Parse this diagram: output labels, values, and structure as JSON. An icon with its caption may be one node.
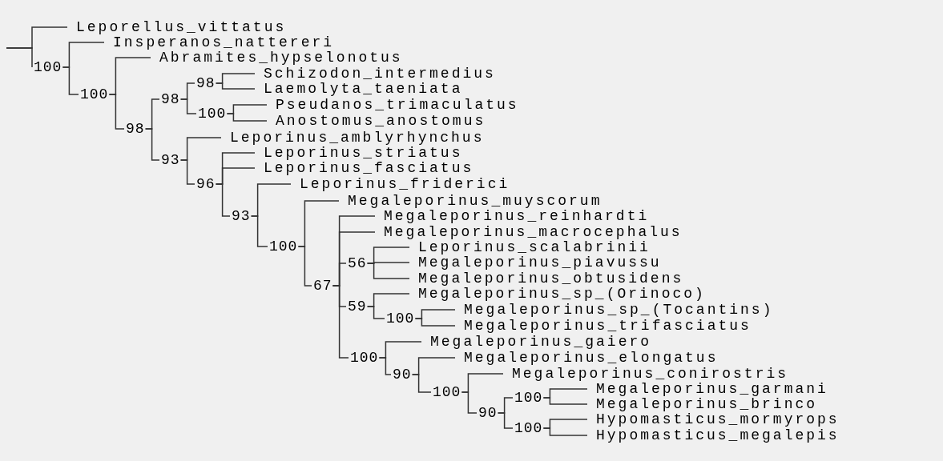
{
  "diagram": {
    "nodes": [
      {
        "text": [
          "Leporellus_vittatus"
        ]
      },
      {
        "text": [
          "Insperanos_nattereri"
        ]
      },
      {
        "text": [
          "100"
        ]
      },
      {
        "text": [
          "Abramites_hypselonotus"
        ]
      },
      {
        "text": [
          "Schizodon_intermedius"
        ]
      },
      {
        "text": [
          "98"
        ]
      },
      {
        "text": [
          "Laemolyta_taeniata"
        ]
      },
      {
        "text": [
          "100"
        ]
      },
      {
        "text": [
          "98"
        ]
      },
      {
        "text": [
          "Pseudanos_trimaculatus"
        ]
      },
      {
        "text": [
          "100"
        ]
      },
      {
        "text": [
          "Anostomus_anostomus"
        ]
      },
      {
        "text": [
          "98"
        ]
      },
      {
        "text": [
          "Leporinus_amblyrhynchus"
        ]
      },
      {
        "text": [
          "Leporinus_striatus"
        ]
      },
      {
        "text": [
          "93"
        ]
      },
      {
        "text": [
          "Leporinus_fasciatus"
        ]
      },
      {
        "text": [
          "Leporinus_friderici"
        ]
      },
      {
        "text": [
          "96"
        ]
      },
      {
        "text": [
          "Megaleporinus_muyscorum"
        ]
      },
      {
        "text": [
          "93"
        ]
      },
      {
        "text": [
          "Megaleporinus_reinhardti"
        ]
      },
      {
        "text": [
          "Megaleporinus_macrocephalus"
        ]
      },
      {
        "text": [
          "100"
        ]
      },
      {
        "text": [
          "Leporinus_scalabrinii"
        ]
      },
      {
        "text": [
          "56"
        ]
      },
      {
        "text": [
          "Megaleporinus_piavussu"
        ]
      },
      {
        "text": [
          "Megaleporinus_obtusidens"
        ]
      },
      {
        "text": [
          "67"
        ]
      },
      {
        "text": [
          "Megaleporinus_sp_(Orinoco)"
        ]
      },
      {
        "text": [
          "59"
        ]
      },
      {
        "text": [
          "Megaleporinus_sp_(Tocantins)"
        ]
      },
      {
        "text": [
          "100"
        ]
      },
      {
        "text": [
          "Megaleporinus_trifasciatus"
        ]
      },
      {
        "text": [
          "Megaleporinus_gaiero"
        ]
      },
      {
        "text": [
          "100"
        ]
      },
      {
        "text": [
          "Megaleporinus_elongatus"
        ]
      },
      {
        "text": [
          "Megaleporinus_conirostris"
        ]
      },
      {
        "text": [
          "90"
        ]
      },
      {
        "text": [
          "Megaleporinus_garmani"
        ]
      },
      {
        "text": [
          "100"
        ]
      },
      {
        "text": [
          "100"
        ]
      },
      {
        "text": [
          "Megaleporinus_brinco"
        ]
      },
      {
        "text": [
          "90"
        ]
      },
      {
        "text": [
          "Hypomasticus_mormyrops"
        ]
      },
      {
        "text": [
          "100"
        ]
      },
      {
        "text": [
          "Hypomasticus_megalepis"
        ]
      }
    ],
    "edges": [
      {
        "from": null,
        "to": 0,
        "arrow": "none"
      },
      {
        "from": null,
        "to": 2,
        "arrow": "none"
      },
      {
        "from": 2,
        "to": 1,
        "arrow": "none"
      },
      {
        "from": 2,
        "to": 7,
        "arrow": "none"
      },
      {
        "from": 7,
        "to": 3,
        "arrow": "none"
      },
      {
        "from": 7,
        "to": 12,
        "arrow": "none"
      },
      {
        "from": 12,
        "to": 8,
        "arrow": "none"
      },
      {
        "from": 12,
        "to": 15,
        "arrow": "none"
      },
      {
        "from": 8,
        "to": 5,
        "arrow": "none"
      },
      {
        "from": 8,
        "to": 10,
        "arrow": "none"
      },
      {
        "from": 5,
        "to": 4,
        "arrow": "none"
      },
      {
        "from": 5,
        "to": 6,
        "arrow": "none"
      },
      {
        "from": 10,
        "to": 9,
        "arrow": "none"
      },
      {
        "from": 10,
        "to": 11,
        "arrow": "none"
      },
      {
        "from": 15,
        "to": 13,
        "arrow": "none"
      },
      {
        "from": 15,
        "to": 18,
        "arrow": "none"
      },
      {
        "from": 18,
        "to": 14,
        "arrow": "none"
      },
      {
        "from": 18,
        "to": 16,
        "arrow": "none"
      },
      {
        "from": 18,
        "to": 20,
        "arrow": "none"
      },
      {
        "from": 20,
        "to": 17,
        "arrow": "none"
      },
      {
        "from": 20,
        "to": 23,
        "arrow": "none"
      },
      {
        "from": 23,
        "to": 19,
        "arrow": "none"
      },
      {
        "from": 23,
        "to": 28,
        "arrow": "none"
      },
      {
        "from": 28,
        "to": 21,
        "arrow": "none"
      },
      {
        "from": 28,
        "to": 22,
        "arrow": "none"
      },
      {
        "from": 28,
        "to": 25,
        "arrow": "none"
      },
      {
        "from": 28,
        "to": 30,
        "arrow": "none"
      },
      {
        "from": 28,
        "to": 35,
        "arrow": "none"
      },
      {
        "from": 25,
        "to": 24,
        "arrow": "none"
      },
      {
        "from": 25,
        "to": 26,
        "arrow": "none"
      },
      {
        "from": 25,
        "to": 27,
        "arrow": "none"
      },
      {
        "from": 30,
        "to": 29,
        "arrow": "none"
      },
      {
        "from": 30,
        "to": 32,
        "arrow": "none"
      },
      {
        "from": 32,
        "to": 31,
        "arrow": "none"
      },
      {
        "from": 32,
        "to": 33,
        "arrow": "none"
      },
      {
        "from": 35,
        "to": 34,
        "arrow": "none"
      },
      {
        "from": 35,
        "to": 38,
        "arrow": "none"
      },
      {
        "from": 38,
        "to": 36,
        "arrow": "none"
      },
      {
        "from": 38,
        "to": 40,
        "arrow": "none"
      },
      {
        "from": 40,
        "to": 37,
        "arrow": "none"
      },
      {
        "from": 40,
        "to": 43,
        "arrow": "none"
      },
      {
        "from": 43,
        "to": 41,
        "arrow": "none"
      },
      {
        "from": 43,
        "to": 45,
        "arrow": "none"
      },
      {
        "from": 41,
        "to": 39,
        "arrow": "none"
      },
      {
        "from": 41,
        "to": 42,
        "arrow": "none"
      },
      {
        "from": 45,
        "to": 44,
        "arrow": "none"
      },
      {
        "from": 45,
        "to": 46,
        "arrow": "none"
      }
    ]
  }
}
